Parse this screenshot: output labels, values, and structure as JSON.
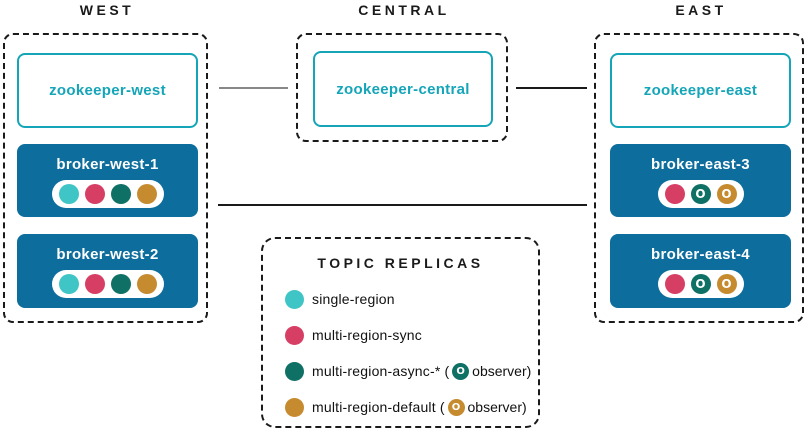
{
  "regions": {
    "west": {
      "label": "WEST",
      "zookeeper": "zookeeper-west",
      "brokers": [
        {
          "name": "broker-west-1",
          "replicas": [
            "single-region",
            "multi-region-sync",
            "multi-region-async-*",
            "multi-region-default"
          ]
        },
        {
          "name": "broker-west-2",
          "replicas": [
            "single-region",
            "multi-region-sync",
            "multi-region-async-*",
            "multi-region-default"
          ]
        }
      ]
    },
    "central": {
      "label": "CENTRAL",
      "zookeeper": "zookeeper-central"
    },
    "east": {
      "label": "EAST",
      "zookeeper": "zookeeper-east",
      "brokers": [
        {
          "name": "broker-east-3",
          "replicas": [
            "multi-region-sync",
            "multi-region-async-* (observer)",
            "multi-region-default (observer)"
          ]
        },
        {
          "name": "broker-east-4",
          "replicas": [
            "multi-region-sync",
            "multi-region-async-* (observer)",
            "multi-region-default (observer)"
          ]
        }
      ]
    }
  },
  "legend": {
    "title": "TOPIC REPLICAS",
    "observer_glyph": "O",
    "items": [
      {
        "label": "single-region"
      },
      {
        "label": "multi-region-sync"
      },
      {
        "label": "multi-region-async-*",
        "paren_open": "(",
        "observer_suffix": "observer)"
      },
      {
        "label": "multi-region-default",
        "paren_open": "(",
        "observer_suffix": "observer)"
      }
    ]
  },
  "colors": {
    "zookeeper_teal": "#15a5b8",
    "broker_blue": "#0d6e9d",
    "single_region": "#40c5c6",
    "multi_region_sync": "#d63e64",
    "multi_region_async": "#0f7066",
    "multi_region_default": "#c68b2f",
    "connector_gray": "#888888",
    "connector_black": "#1a1a1a"
  }
}
